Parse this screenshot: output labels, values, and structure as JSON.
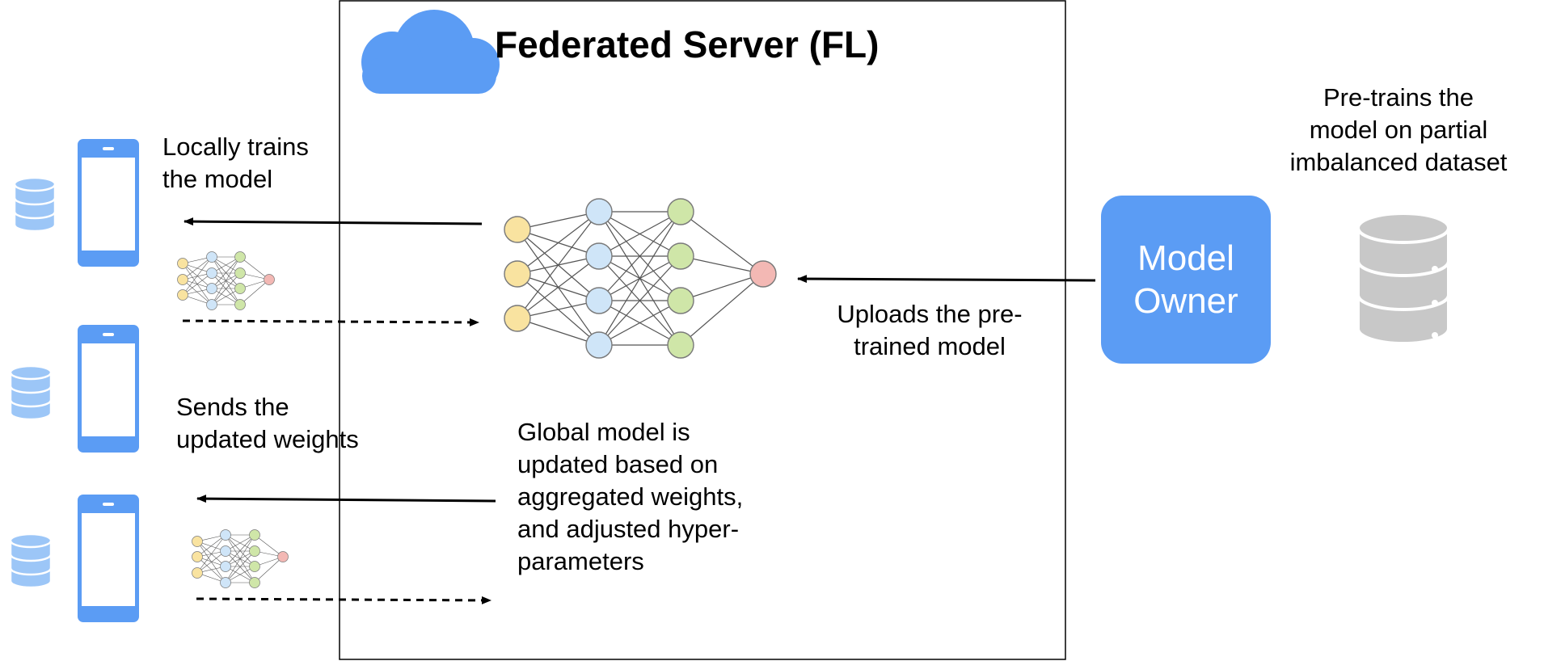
{
  "server": {
    "title": "Federated Server (FL)"
  },
  "client_labels": {
    "local_training": "Locally trains\nthe model",
    "send_weights": "Sends the\nupdated weights"
  },
  "global_update": "Global model is\nupdated  based on\naggregated weights,\nand adjusted hyper-\nparameters",
  "upload_label": "Uploads the pre-\ntrained model",
  "owner": {
    "label": "Model\nOwner",
    "pretrain_note": "Pre-trains the\nmodel on partial\nimbalanced dataset"
  },
  "icons": [
    "cloud-icon",
    "phone-icon",
    "database-icon",
    "neural-network-icon",
    "server-database-icon"
  ],
  "colors": {
    "brand_blue": "#5b9cf4",
    "light_blue": "#9cc6f7",
    "node_yellow": "#f9e3a0",
    "node_blue": "#cfe5f8",
    "node_green": "#cfe6a8",
    "node_red": "#f3b8b4",
    "db_gray": "#c8c8c8"
  }
}
